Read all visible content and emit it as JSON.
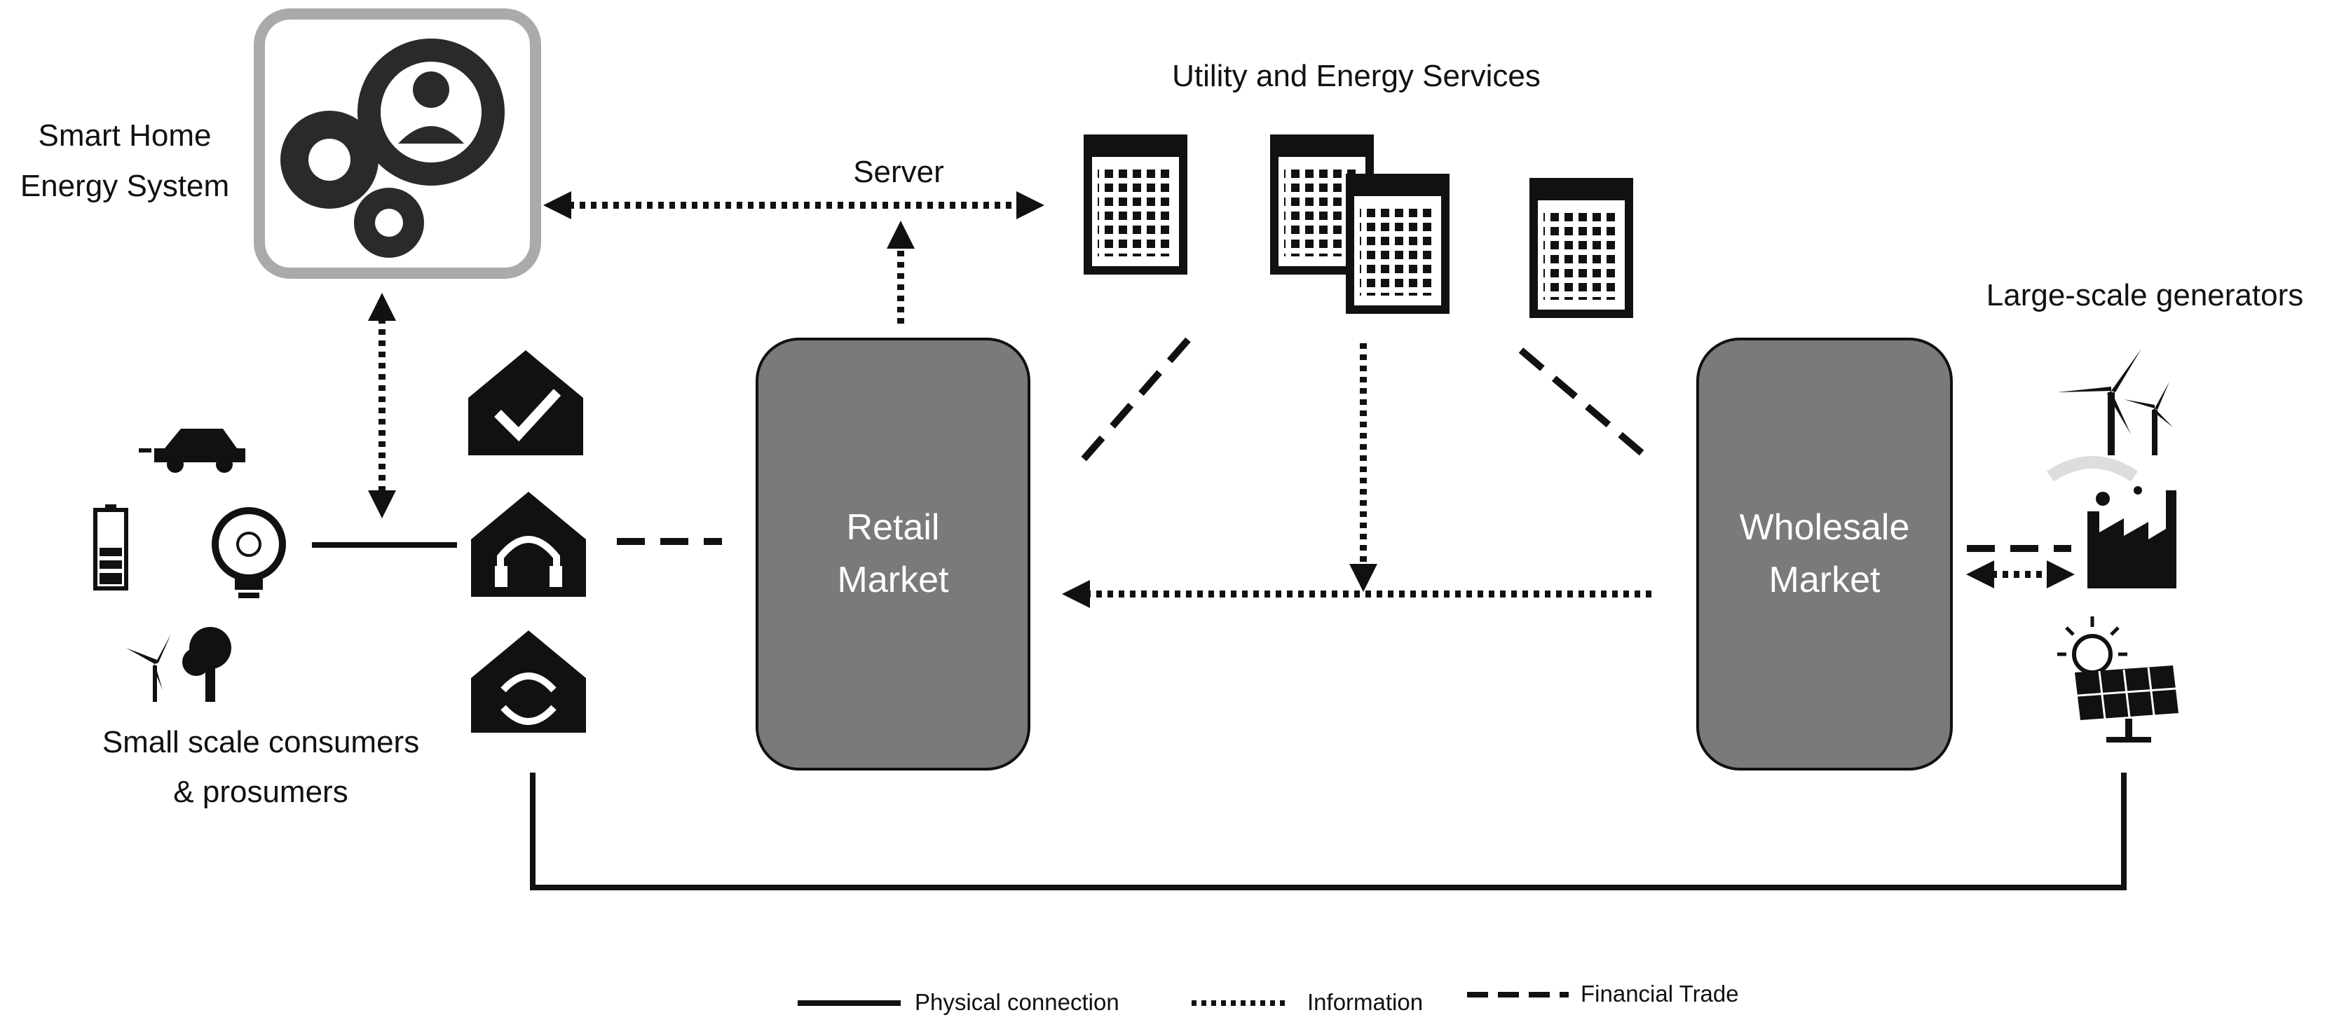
{
  "labels": {
    "smart_home_line1": "Smart Home",
    "smart_home_line2": "Energy System",
    "server": "Server",
    "utility": "Utility and Energy Services",
    "large_scale": "Large-scale generators",
    "small_scale_line1": "Small scale consumers",
    "small_scale_line2": "& prosumers"
  },
  "boxes": {
    "retail_line1": "Retail",
    "retail_line2": "Market",
    "wholesale_line1": "Wholesale",
    "wholesale_line2": "Market"
  },
  "legend": {
    "physical": "Physical connection",
    "information": "Information",
    "financial": "Financial Trade"
  },
  "colors": {
    "box_fill": "#7a7a7a",
    "line": "#111111",
    "icon": "#111111"
  },
  "icons": [
    "gears-person-icon",
    "building-icon",
    "car-icon",
    "battery-icon",
    "lightbulb-icon",
    "windmill-tree-icon",
    "house-check-icon",
    "house-headphones-icon",
    "house-cycle-icon",
    "wind-turbines-icon",
    "factory-icon",
    "solar-panel-icon"
  ]
}
